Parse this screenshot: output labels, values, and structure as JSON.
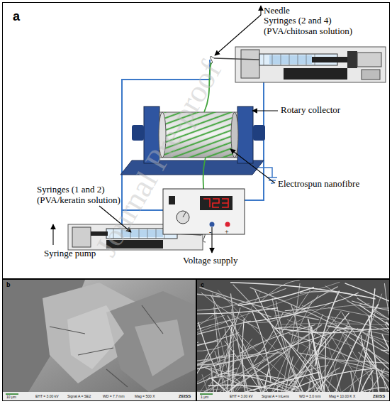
{
  "diagram": {
    "nodes": [
      {
        "text": [
          "a"
        ]
      },
      {
        "text": [
          "b"
        ]
      },
      {
        "text": [
          "c"
        ]
      }
    ],
    "labels": [
      "Needle",
      "Syringes (2 and 4) (PVA/chitosan solution)",
      "Rotary collector",
      "Syringes (1 and 2) (PVA/keratin solution)",
      "Syringe pump",
      "Electrospun nanofibre",
      "-",
      "+",
      "Voltage supply",
      "Journal Pre-proof",
      "10 μm",
      "EHT = 3.00 kV",
      "Signal A = SE2",
      "WD = 7.7 mm",
      "Mag = 500 X",
      "ZEISS",
      "1 μm",
      "EHT = 3.00 kV",
      "Signal A = InLens",
      "WD = 3.0 mm",
      "Mag = 10.00 K X",
      "ZEISS"
    ]
  }
}
